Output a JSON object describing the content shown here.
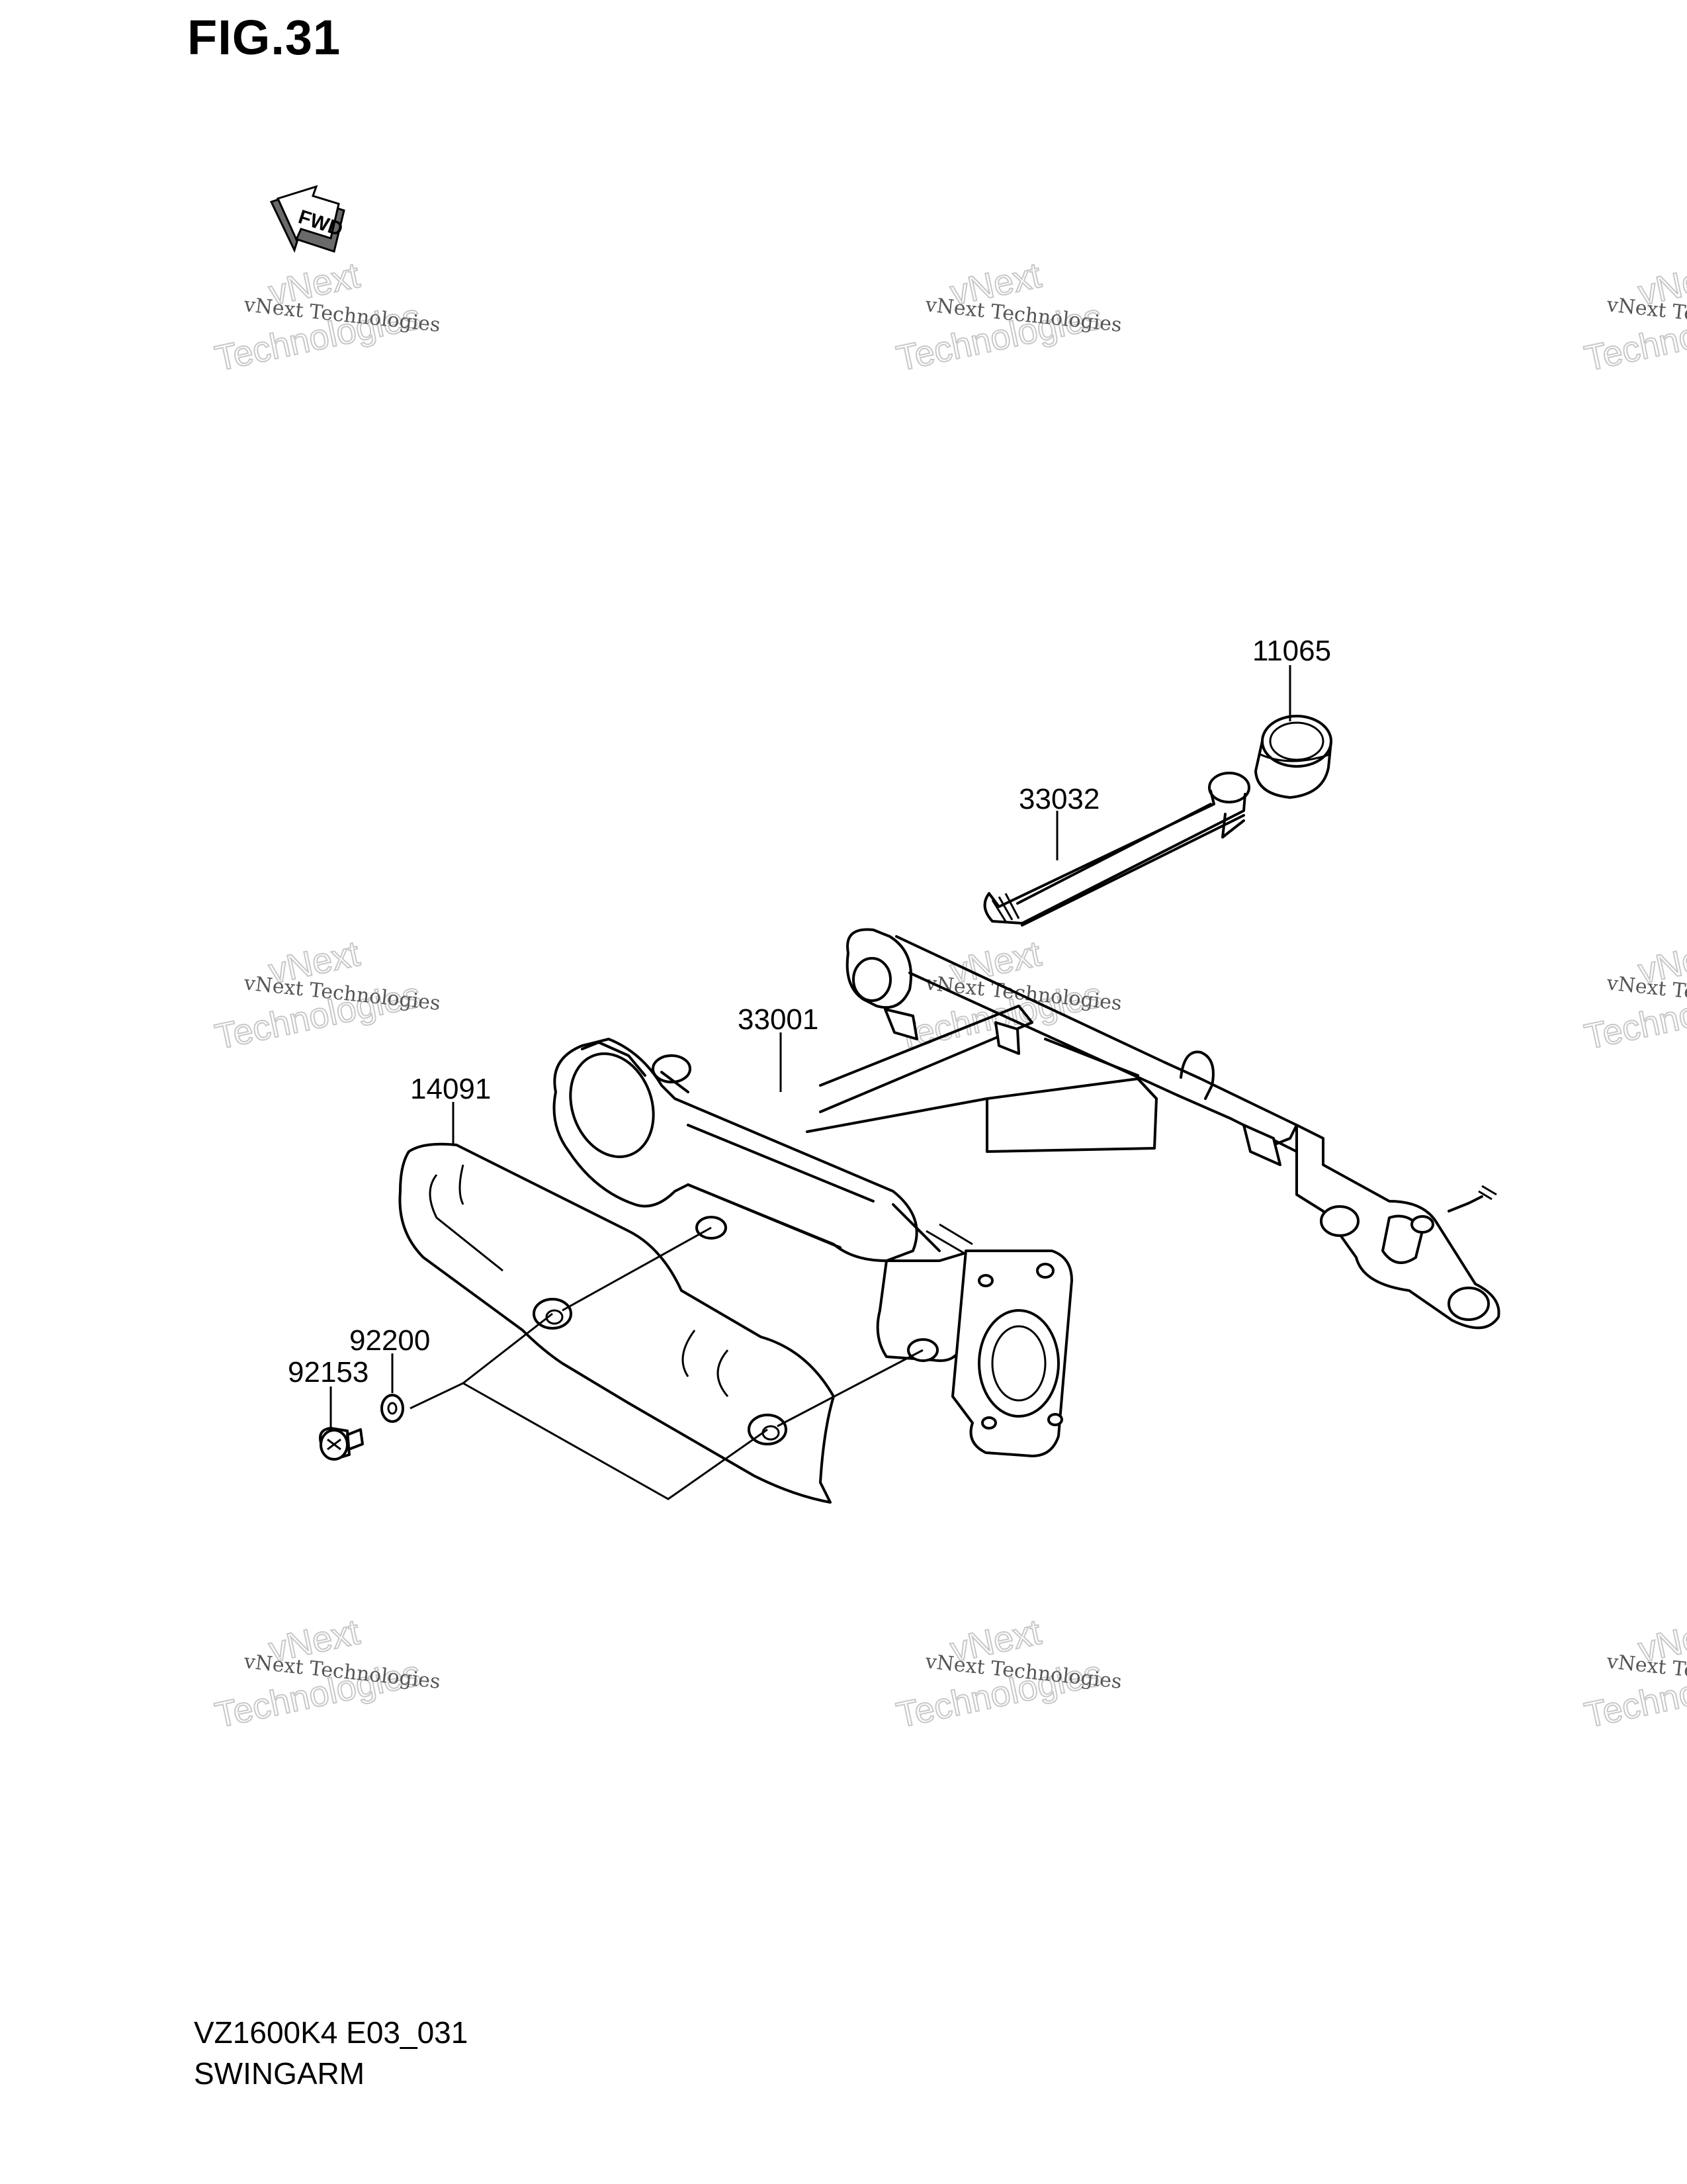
{
  "figure": {
    "title": "FIG.31",
    "model_code": "VZ1600K4 E03_031",
    "name": "SWINGARM",
    "fwd_label": "FWD"
  },
  "watermark": {
    "line1": "vNext Technologies",
    "line2": "vNext",
    "line3": "Technologies"
  },
  "parts": [
    {
      "id": "11065",
      "label": "11065"
    },
    {
      "id": "33032",
      "label": "33032"
    },
    {
      "id": "33001",
      "label": "33001"
    },
    {
      "id": "14091",
      "label": "14091"
    },
    {
      "id": "92200",
      "label": "92200"
    },
    {
      "id": "92153",
      "label": "92153"
    }
  ]
}
